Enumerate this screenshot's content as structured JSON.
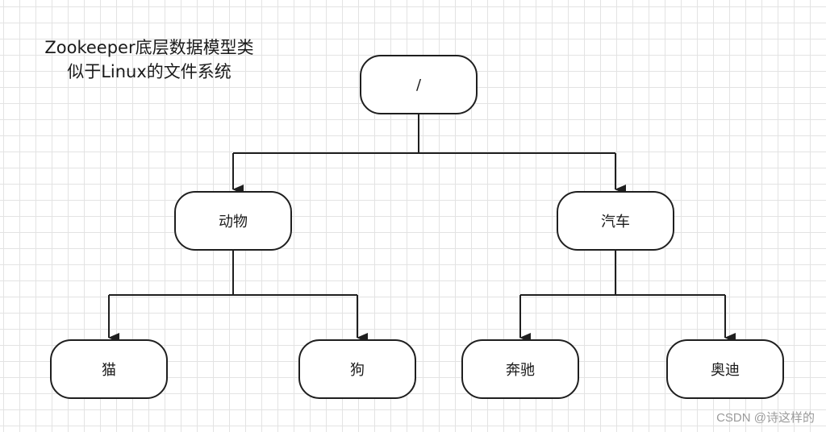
{
  "caption": {
    "line1": "Zookeeper底层数据模型类",
    "line2": "似于Linux的文件系统"
  },
  "tree": {
    "root": {
      "label": "/"
    },
    "animals": {
      "label": "动物"
    },
    "cars": {
      "label": "汽车"
    },
    "cat": {
      "label": "猫"
    },
    "dog": {
      "label": "狗"
    },
    "benz": {
      "label": "奔驰"
    },
    "audi": {
      "label": "奥迪"
    }
  },
  "edges": [
    [
      "root",
      "animals"
    ],
    [
      "root",
      "cars"
    ],
    [
      "animals",
      "cat"
    ],
    [
      "animals",
      "dog"
    ],
    [
      "cars",
      "benz"
    ],
    [
      "cars",
      "audi"
    ]
  ],
  "watermark": "CSDN @诗这样的",
  "colors": {
    "stroke": "#1f1f1f",
    "grid": "#e3e3e3",
    "watermark": "#9a9a9a"
  }
}
